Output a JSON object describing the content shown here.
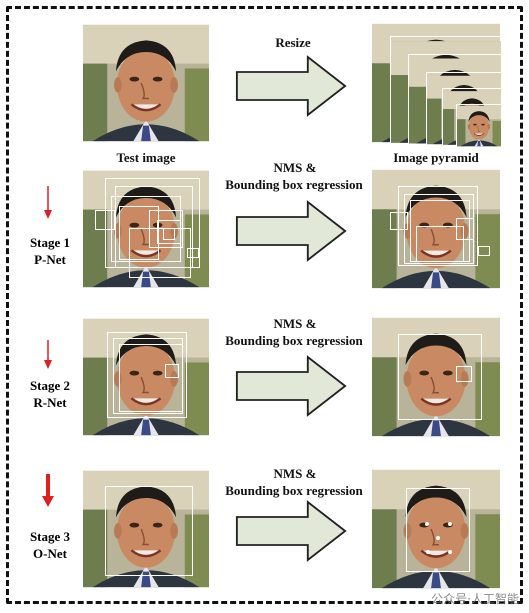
{
  "labels": {
    "resize": "Resize",
    "test_image": "Test image",
    "image_pyramid": "Image pyramid",
    "nms_line1": "NMS &",
    "nms_line2": "Bounding box regression"
  },
  "stages": [
    {
      "line1": "Stage 1",
      "line2": "P-Net"
    },
    {
      "line1": "Stage 2",
      "line2": "R-Net"
    },
    {
      "line1": "Stage 3",
      "line2": "O-Net"
    }
  ],
  "watermark": "公众号·人工智能",
  "colors": {
    "frame": "#111111",
    "arrow_fill": "#e1e8d8",
    "stage_arrow": "#e02020",
    "box": "#ffffff"
  }
}
